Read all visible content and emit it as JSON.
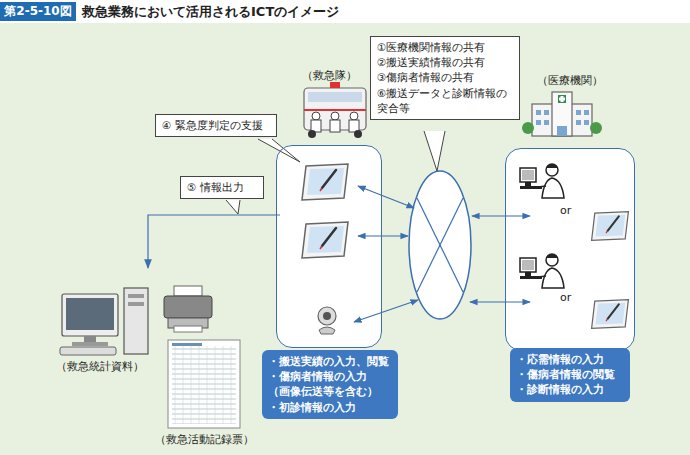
{
  "diagram": {
    "title": "救急業務において活用されるICTのイメージ",
    "nodes": [
      {
        "text": [
          "（救急隊）"
        ]
      },
      {
        "text": [
          "①医療機関情報の共有",
          "②搬送実績情報の共有",
          "③傷病者情報の共有",
          "⑥搬送データと診断情報の 突合等"
        ]
      },
      {
        "text": [
          "（医療機関）"
        ]
      },
      {
        "text": [
          "④ 緊急度判定の支援"
        ]
      },
      {
        "text": [
          "⑤ 情報出力"
        ]
      },
      {
        "text": [
          "・搬送実績の入力、閲覧",
          "・傷病者情報の入力 （画像伝送等を含む）",
          "・初診情報の入力"
        ]
      },
      {
        "text": [
          "・応需情報の入力",
          "・傷病者情報の閲覧",
          "・診断情報の入力"
        ]
      }
    ],
    "labels": [
      "第2-5-10図",
      "or",
      "or",
      "（救急統計資料）",
      "（救急活動記録票）"
    ]
  }
}
